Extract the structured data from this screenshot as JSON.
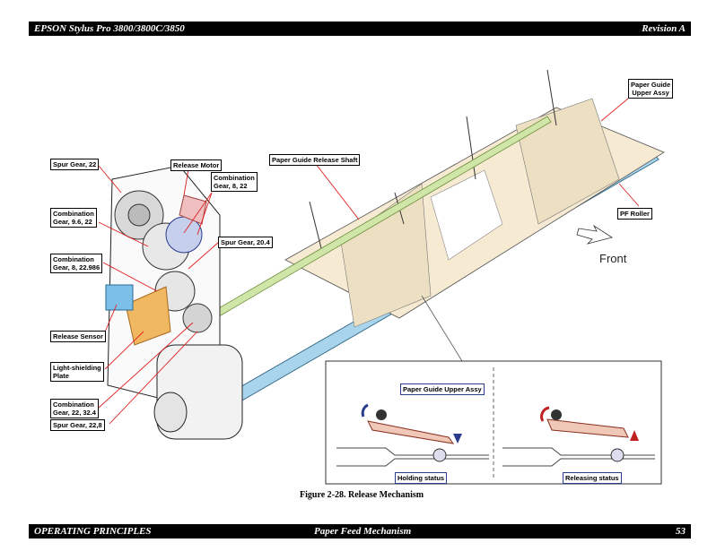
{
  "header": {
    "title": "EPSON Stylus Pro 3800/3800C/3850",
    "revision": "Revision A"
  },
  "footer": {
    "section": "OPERATING PRINCIPLES",
    "topic": "Paper Feed Mechanism",
    "page": "53"
  },
  "figure": {
    "caption": "Figure 2-28.  Release Mechanism"
  },
  "labels": {
    "spur_gear_22": "Spur Gear, 22",
    "release_motor": "Release Motor",
    "combination_gear_8_22_line1": "Combination",
    "combination_gear_8_22_line2": "Gear, 8, 22",
    "combination_gear_96_22_line1": "Combination",
    "combination_gear_96_22_line2": "Gear, 9.6, 22",
    "spur_gear_204": "Spur Gear, 20.4",
    "combination_gear_8_22986_line1": "Combination",
    "combination_gear_8_22986_line2": "Gear, 8, 22.986",
    "release_sensor": "Release Sensor",
    "light_shielding_line1": "Light-shielding",
    "light_shielding_line2": "Plate",
    "combination_gear_22_324_line1": "Combination",
    "combination_gear_22_324_line2": "Gear, 22, 32.4",
    "spur_gear_228": "Spur Gear, 22,8",
    "paper_guide_release_shaft": "Paper Guide Release Shaft",
    "paper_guide_upper_assy_line1": "Paper Guide",
    "paper_guide_upper_assy_line2": "Upper Assy",
    "pf_roller": "PF Roller",
    "front": "Front",
    "inset_paper_guide_upper_assy": "Paper Guide Upper Assy",
    "holding_status": "Holding status",
    "releasing_status": "Releasing status"
  },
  "colors": {
    "bar": "#000000",
    "label_border_blue": "#2a3c8c",
    "leader": "#e02020",
    "roller": "#a8d4ec",
    "shaft": "#cfe6a8",
    "guide": "#f4e6cc"
  }
}
